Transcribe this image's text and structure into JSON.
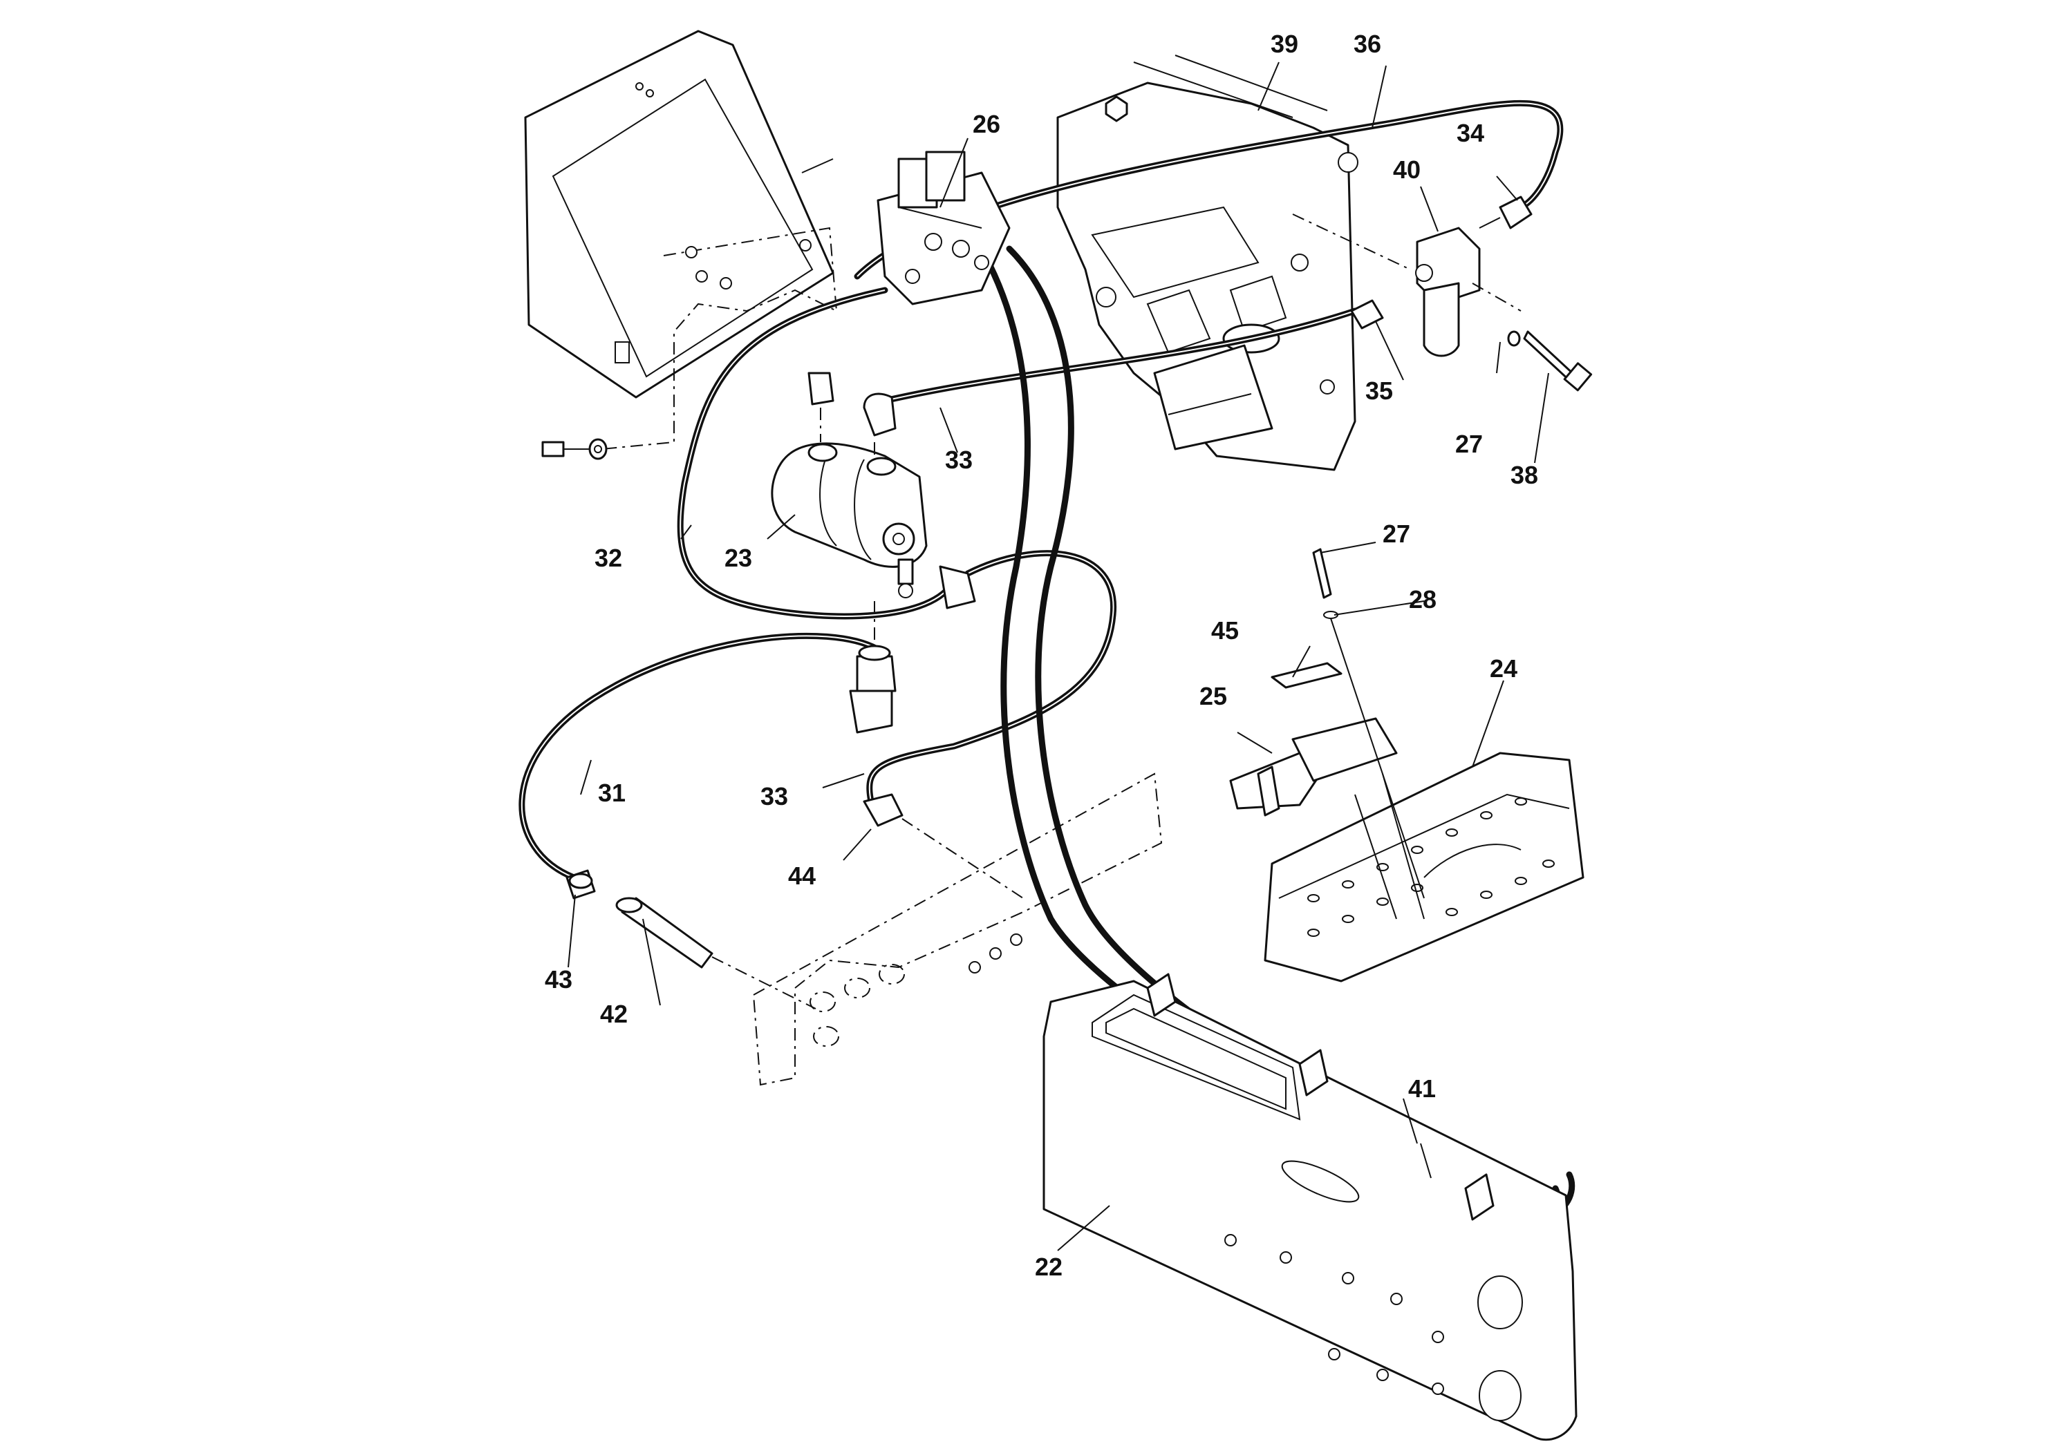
{
  "diagram": {
    "colors": {
      "line": "#111111",
      "background": "#ffffff"
    },
    "callouts": [
      {
        "id": "c22",
        "text": "22"
      },
      {
        "id": "c23",
        "text": "23"
      },
      {
        "id": "c24",
        "text": "24"
      },
      {
        "id": "c25",
        "text": "25"
      },
      {
        "id": "c26",
        "text": "26"
      },
      {
        "id": "c27a",
        "text": "27"
      },
      {
        "id": "c27b",
        "text": "27"
      },
      {
        "id": "c28",
        "text": "28"
      },
      {
        "id": "c31",
        "text": "31"
      },
      {
        "id": "c32",
        "text": "32"
      },
      {
        "id": "c33a",
        "text": "33"
      },
      {
        "id": "c33b",
        "text": "33"
      },
      {
        "id": "c34",
        "text": "34"
      },
      {
        "id": "c35",
        "text": "35"
      },
      {
        "id": "c36",
        "text": "36"
      },
      {
        "id": "c38",
        "text": "38"
      },
      {
        "id": "c39",
        "text": "39"
      },
      {
        "id": "c40",
        "text": "40"
      },
      {
        "id": "c41",
        "text": "41"
      },
      {
        "id": "c42",
        "text": "42"
      },
      {
        "id": "c43",
        "text": "43"
      },
      {
        "id": "c44",
        "text": "44"
      },
      {
        "id": "c45",
        "text": "45"
      }
    ]
  }
}
